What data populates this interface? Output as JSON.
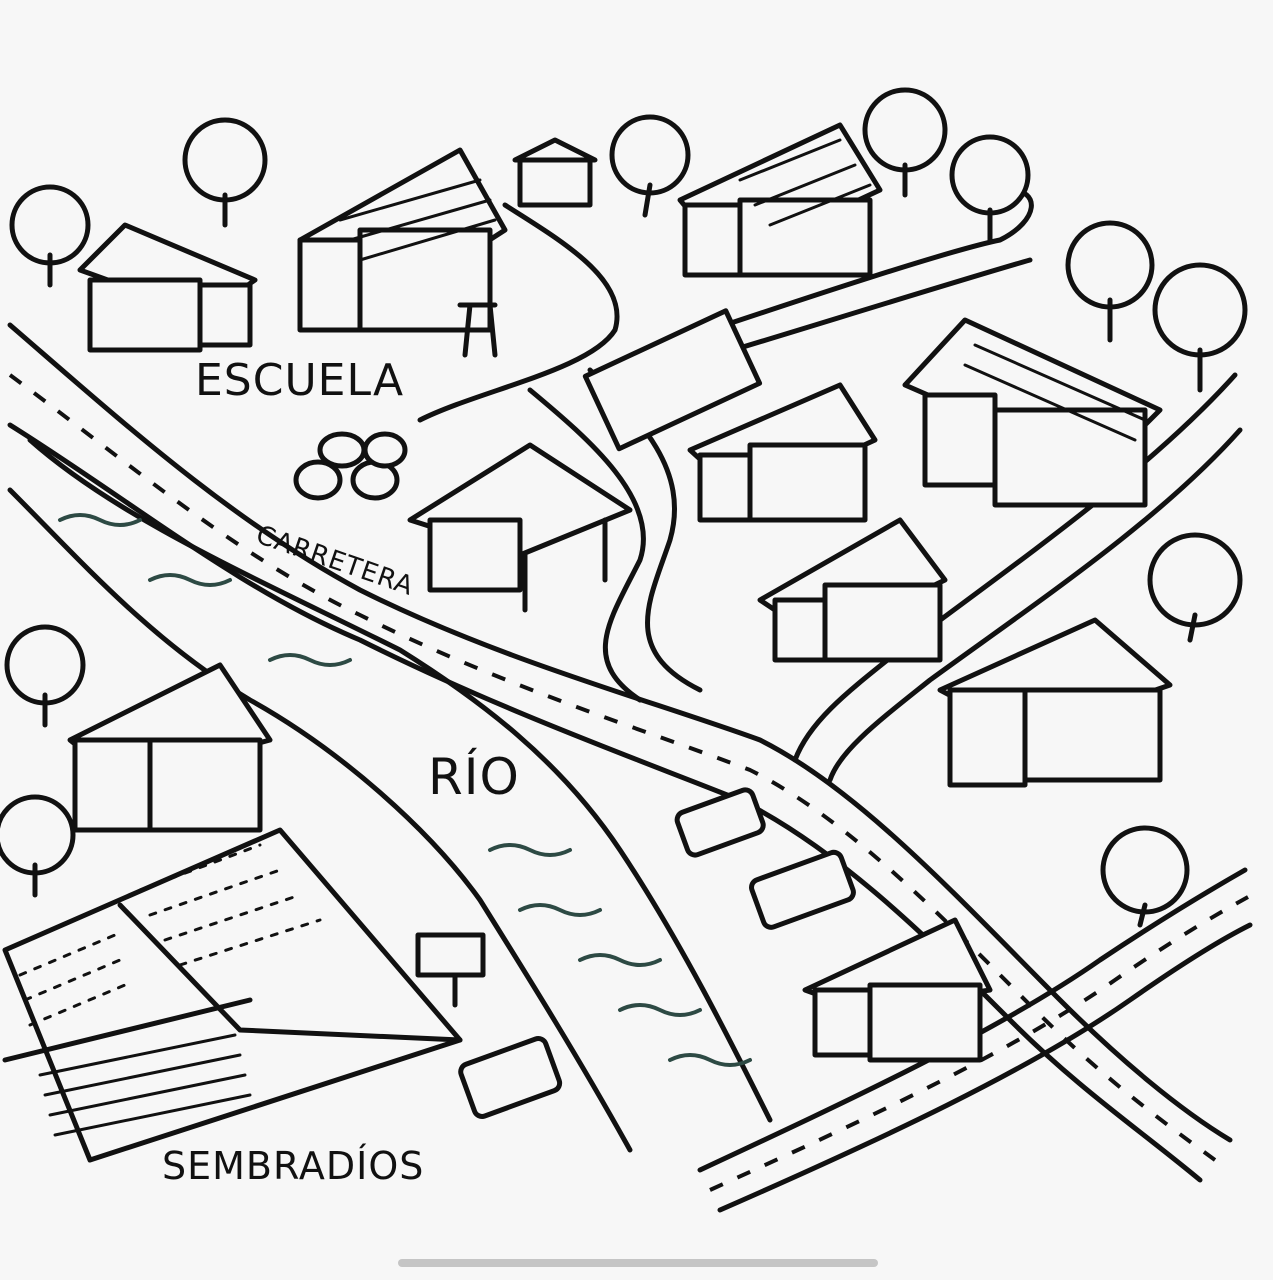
{
  "map": {
    "labels": {
      "school": "ESCUELA",
      "road": "CARRETERA",
      "river": "RÍO",
      "fields": "SEMBRADÍOS"
    },
    "colors": {
      "ink": "#111111",
      "paper": "#f7f7f7",
      "water": "#2d4a44"
    }
  }
}
